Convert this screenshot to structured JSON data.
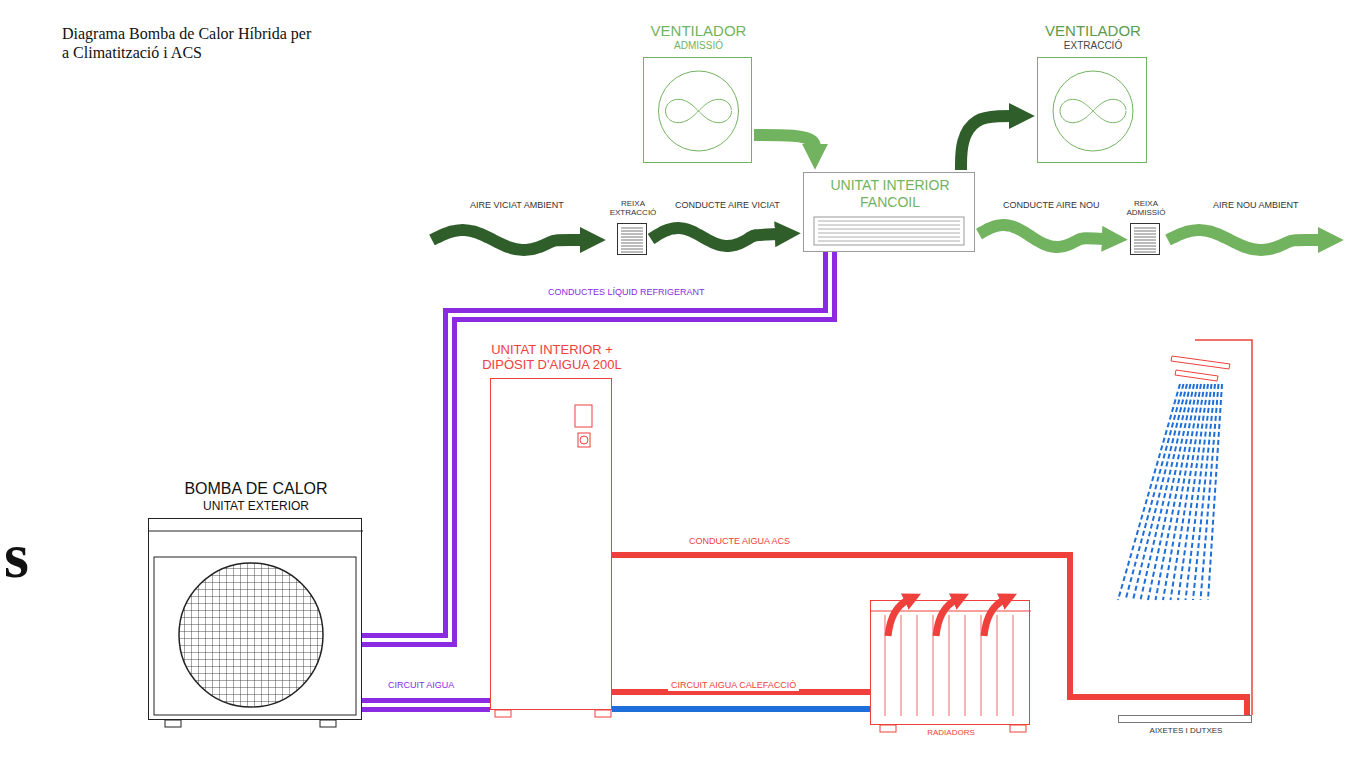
{
  "diagram": {
    "title": "Diagrama Bomba de Calor Híbrida per a Climatització i ACS",
    "nodes": [
      {
        "text": [
          "VENTILADOR",
          "ADMISSIÓ"
        ]
      },
      {
        "text": [
          "VENTILADOR",
          "EXTRACCIÓ"
        ]
      },
      {
        "text": [
          "REIXA EXTRACCIÓ"
        ]
      },
      {
        "text": [
          "UNITAT INTERIOR FANCOIL"
        ]
      },
      {
        "text": [
          "REIXA ADMISSIÓ"
        ]
      },
      {
        "text": [
          "UNITAT INTERIOR + DIPÒSIT D'AIGUA 200L"
        ]
      },
      {
        "text": [
          "BOMBA DE CALOR",
          "UNITAT EXTERIOR"
        ]
      },
      {
        "text": [
          "RADIADORS"
        ]
      },
      {
        "text": [
          "AIXETES I DUTXES"
        ]
      }
    ],
    "edges": [
      {
        "from": 2,
        "to": 3,
        "label": "CONDUCTE AIRE VICIAT",
        "arrow": "to"
      },
      {
        "from": 0,
        "to": 3,
        "arrow": "to"
      },
      {
        "from": 3,
        "to": 1,
        "arrow": "to"
      },
      {
        "from": 3,
        "to": 4,
        "label": "CONDUCTE AIRE NOU",
        "arrow": "to"
      },
      {
        "from": 6,
        "to": 3,
        "label": "CONDUCTES LÍQUID REFRIGERANT",
        "arrow": "none"
      },
      {
        "from": 6,
        "to": 5,
        "label": "CIRCUIT AIGUA",
        "arrow": "none"
      },
      {
        "from": 5,
        "to": 7,
        "label": "CIRCUIT AIGUA CALEFACCIÓ",
        "arrow": "none"
      },
      {
        "from": 5,
        "to": 8,
        "label": "CONDUCTE AIGUA ACS",
        "arrow": "none"
      }
    ],
    "labels": [
      "AIRE VICIAT AMBIENT",
      "AIRE NOU AMBIENT",
      "s"
    ]
  }
}
